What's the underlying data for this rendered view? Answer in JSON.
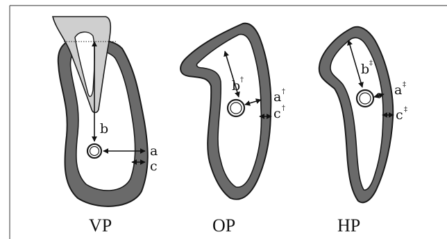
{
  "panels": [
    {
      "caption": "VP",
      "labels": {
        "a": "a",
        "b": "b",
        "c": "c"
      }
    },
    {
      "caption": "OP",
      "labels": {
        "a": "a",
        "a_mark": "†",
        "b": "b",
        "b_mark": "†",
        "c": "c",
        "c_mark": "†"
      }
    },
    {
      "caption": "HP",
      "labels": {
        "a": "a",
        "a_mark": "‡",
        "b": "b",
        "b_mark": "‡",
        "c": "c",
        "c_mark": "‡"
      }
    }
  ],
  "colors": {
    "cortical_bone": "#6a6a6a",
    "cancellous_space": "#ffffff",
    "tooth": "#cfcfcf",
    "outline": "#1a1a1a"
  },
  "arrowheads": "arrowheads"
}
